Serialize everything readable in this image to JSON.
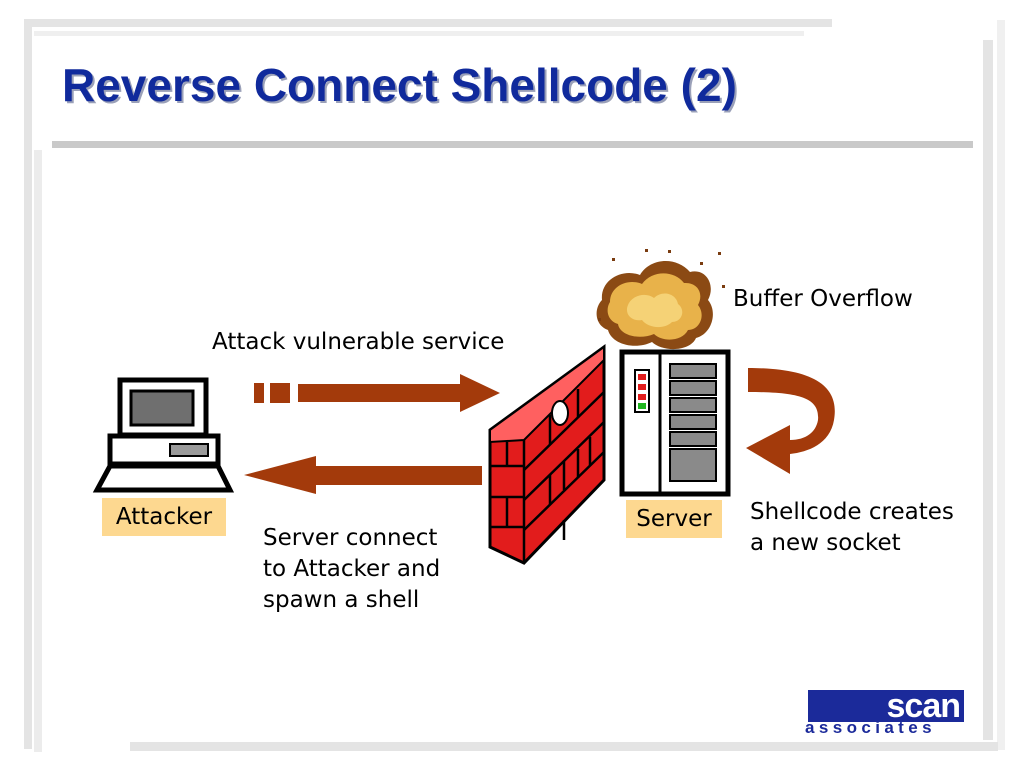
{
  "slide": {
    "title": "Reverse Connect Shellcode (2)"
  },
  "diagram": {
    "attack_label": "Attack vulnerable service",
    "buffer_overflow_label": "Buffer Overflow",
    "attacker_tag": "Attacker",
    "server_tag": "Server",
    "shellcode_label_line1": "Shellcode creates",
    "shellcode_label_line2": "a new socket",
    "connect_label_line1": "Server connect",
    "connect_label_line2": "to Attacker and",
    "connect_label_line3": "spawn a shell"
  },
  "logo": {
    "top_text": "scan",
    "bottom_text": "associates",
    "color": "#1b2a9a"
  },
  "colors": {
    "title": "#102a9c",
    "arrow": "#a33a0b",
    "brick": "#e21c1c",
    "tag_bg": "#fdd890"
  }
}
